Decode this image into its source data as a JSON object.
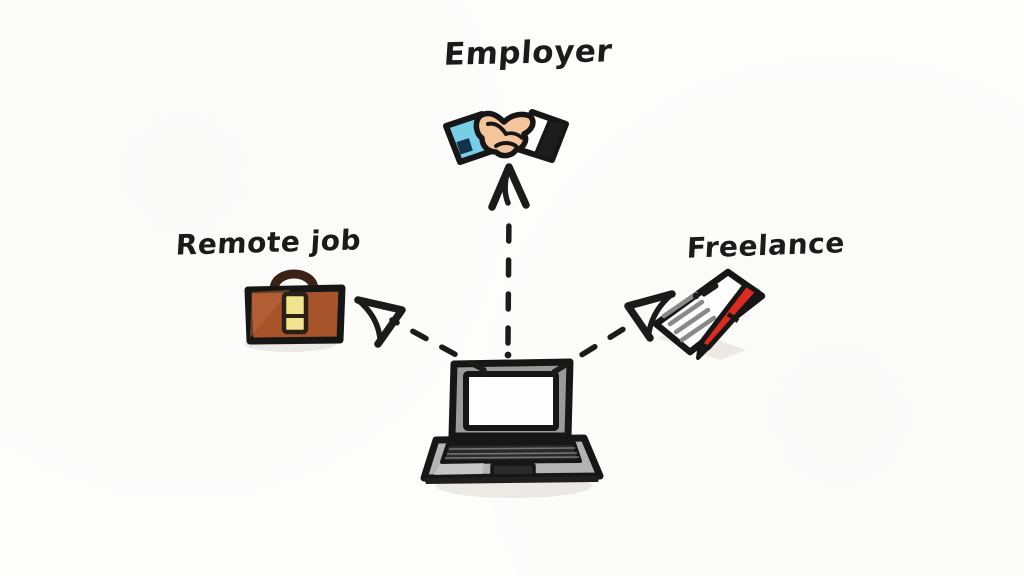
{
  "scene": {
    "style": "hand-drawn whiteboard sketch",
    "background_color": "#fdfdfc",
    "ink_color": "#1b1b1b",
    "title": "Remote work options diagram"
  },
  "labels": {
    "employer": "Employer",
    "remote_job": "Remote job",
    "freelance": "Freelance"
  },
  "nodes": [
    {
      "id": "laptop",
      "icon": "laptop-icon",
      "label": "",
      "role": "source",
      "colors": {
        "body": "#b4b4b4",
        "screen": "#ffffff",
        "outline": "#161616",
        "keyboard": "#2a2a2a"
      }
    },
    {
      "id": "employer",
      "icon": "handshake-icon",
      "label": "Employer",
      "role": "target",
      "colors": {
        "left_sleeve": "#79cfe8",
        "right_sleeve": "#ffffff",
        "skin": "#f5c49a",
        "outline": "#161616"
      }
    },
    {
      "id": "remote-job",
      "icon": "briefcase-icon",
      "label": "Remote job",
      "role": "target",
      "colors": {
        "body": "#a9542a",
        "handle": "#3b2116",
        "clasp": "#f2e58f",
        "outline": "#161616"
      }
    },
    {
      "id": "freelance",
      "icon": "document-pen-icon",
      "label": "Freelance",
      "role": "target",
      "colors": {
        "paper": "#ffffff",
        "lines": "#8a8a8a",
        "pen": "#e02b20",
        "outline": "#161616"
      }
    }
  ],
  "connectors": [
    {
      "id": "laptop-to-employer",
      "from": "laptop",
      "to": "employer",
      "style": "dashed",
      "arrowhead": "open-chevron",
      "direction": "up"
    },
    {
      "id": "laptop-to-remote",
      "from": "laptop",
      "to": "remote-job",
      "style": "dashed",
      "arrowhead": "open-chevron",
      "direction": "up-left"
    },
    {
      "id": "laptop-to-freelance",
      "from": "laptop",
      "to": "freelance",
      "style": "dashed",
      "arrowhead": "open-chevron",
      "direction": "up-right"
    }
  ]
}
